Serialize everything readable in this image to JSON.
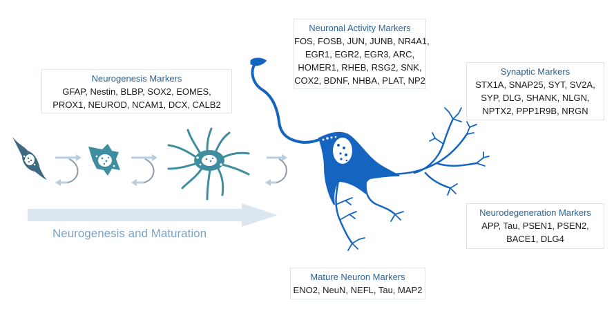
{
  "diagram": {
    "flow_label": "Neurogenesis and Maturation",
    "stages": [
      {
        "name": "neural-stem-cell",
        "icon": "bipolar-progenitor-cell-icon"
      },
      {
        "name": "neural-progenitor",
        "icon": "small-multipolar-cell-icon"
      },
      {
        "name": "immature-neuron",
        "icon": "star-shaped-cell-icon"
      },
      {
        "name": "mature-neuron",
        "icon": "mature-neuron-icon"
      }
    ],
    "colors": {
      "title_blue": "#2c6496",
      "neuron_blue": "#1565c0",
      "progenitor_teal": "#3f8ea0",
      "stem_dark": "#3d6a82",
      "flow_arrow": "#dbe6f1",
      "flow_label": "#7fa3c3",
      "cycle_arrow": "#b8cde1"
    },
    "boxes": {
      "neurogenesis": {
        "title": "Neurogenesis Markers",
        "lines": [
          "GFAP, Nestin, BLBP, SOX2, EOMES,",
          "PROX1, NEUROD, NCAM1, DCX, CALB2"
        ]
      },
      "activity": {
        "title": "Neuronal Activity Markers",
        "lines": [
          "FOS, FOSB, JUN, JUNB, NR4A1,",
          "EGR1, EGR2, EGR3, ARC,",
          "HOMER1, RHEB, RSG2, SNK,",
          "COX2, BDNF, NHBA, PLAT, NP2"
        ]
      },
      "synaptic": {
        "title": "Synaptic Markers",
        "lines": [
          "STX1A, SNAP25, SYT, SV2A,",
          "SYP, DLG, SHANK, NLGN,",
          "NPTX2, PPP1R9B, NRGN"
        ]
      },
      "neurodegeneration": {
        "title": "Neurodegeneration Markers",
        "lines": [
          "APP, Tau, PSEN1, PSEN2,",
          "BACE1, DLG4"
        ]
      },
      "mature": {
        "title": "Mature Neuron Markers",
        "lines": [
          "ENO2, NeuN, NEFL, Tau, MAP2"
        ]
      }
    }
  }
}
